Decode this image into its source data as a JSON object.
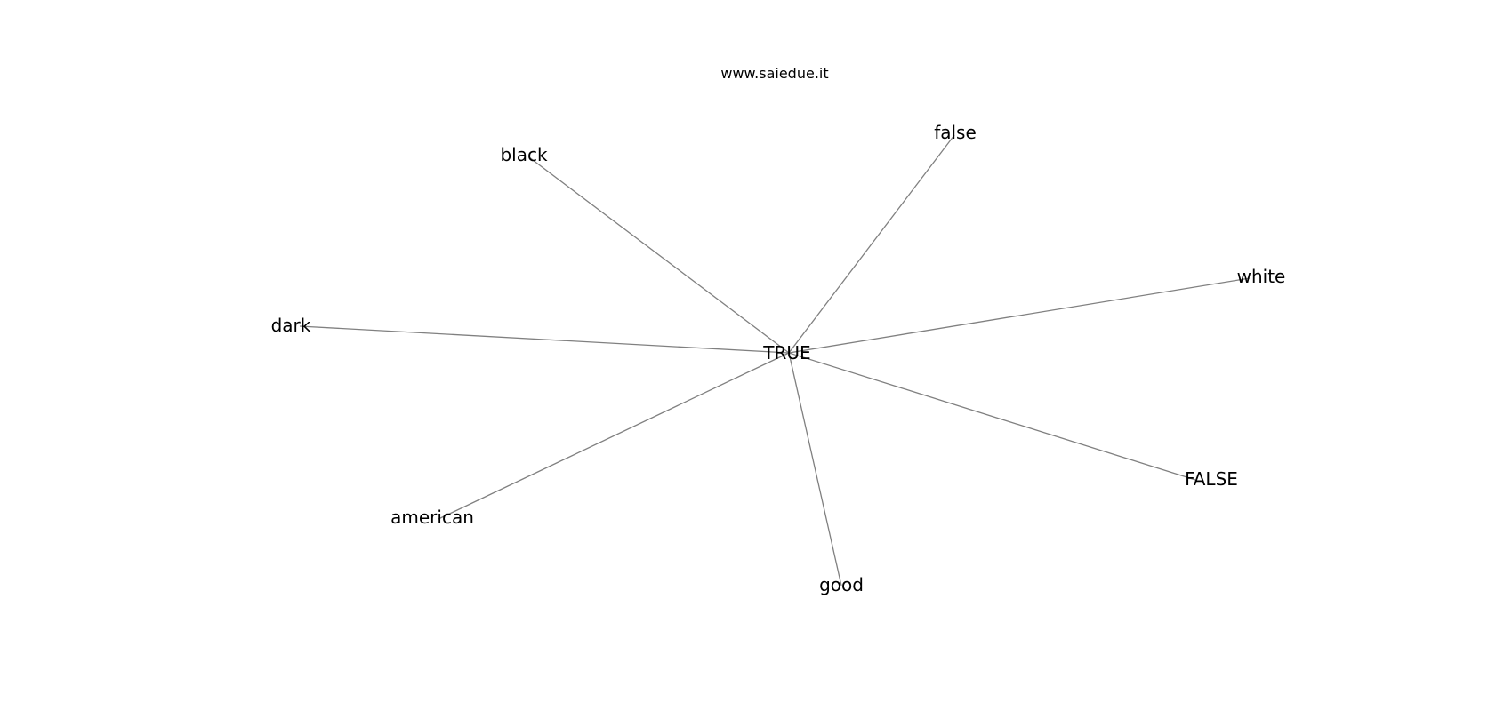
{
  "header": {
    "site": "www.saiedue.it"
  },
  "graph": {
    "center_node": "TRUE",
    "nodes": [
      "black",
      "false",
      "white",
      "dark",
      "FALSE",
      "american",
      "good"
    ],
    "edge_color": "#808080",
    "text_color": "#000000",
    "background": "#ffffff"
  }
}
